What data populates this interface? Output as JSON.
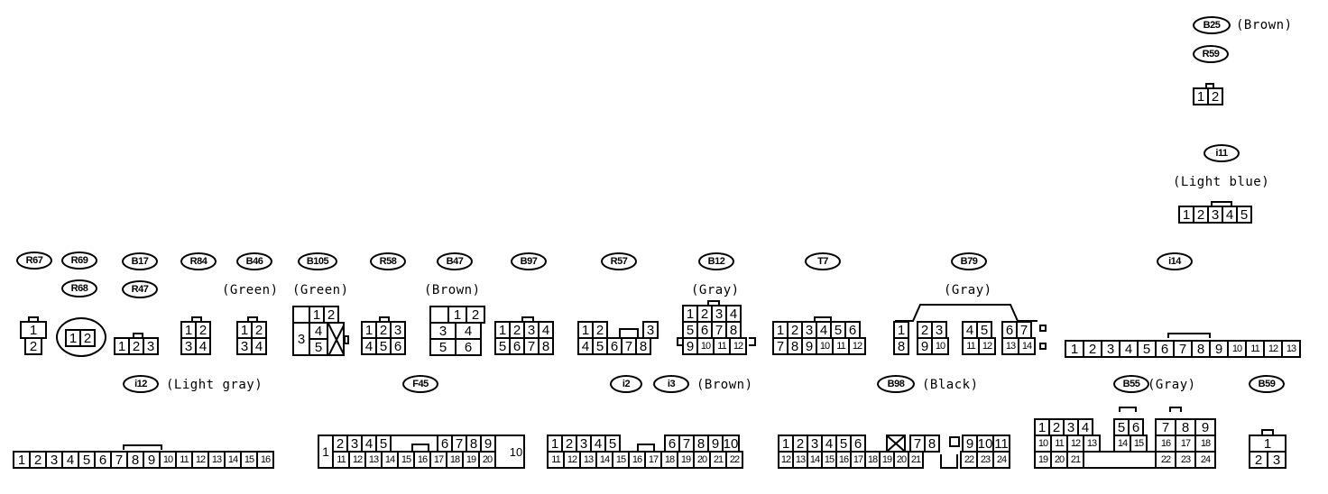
{
  "connectors": {
    "b25": {
      "code": "B25",
      "color": "(Brown)"
    },
    "r59": {
      "code": "R59"
    },
    "i11": {
      "code": "i11",
      "color": "(Light blue)"
    },
    "r67": {
      "code": "R67"
    },
    "r69": {
      "code": "R69"
    },
    "r68": {
      "code": "R68"
    },
    "b17": {
      "code": "B17"
    },
    "r47": {
      "code": "R47"
    },
    "r84": {
      "code": "R84"
    },
    "b46": {
      "code": "B46",
      "color": "(Green)"
    },
    "b105": {
      "code": "B105",
      "color": "(Green)"
    },
    "r58": {
      "code": "R58"
    },
    "b47": {
      "code": "B47",
      "color": "(Brown)"
    },
    "b97": {
      "code": "B97"
    },
    "r57": {
      "code": "R57"
    },
    "b12": {
      "code": "B12",
      "color": "(Gray)"
    },
    "t7": {
      "code": "T7"
    },
    "b79": {
      "code": "B79",
      "color": "(Gray)"
    },
    "i14": {
      "code": "i14"
    },
    "i12": {
      "code": "i12",
      "color": "(Light gray)"
    },
    "f45": {
      "code": "F45"
    },
    "i2": {
      "code": "i2"
    },
    "i3": {
      "code": "i3",
      "color": "(Brown)"
    },
    "b98": {
      "code": "B98",
      "color": "(Black)"
    },
    "b55": {
      "code": "B55",
      "color": "(Gray)"
    },
    "b59": {
      "code": "B59"
    }
  },
  "pins": {
    "b25_row": [
      "1",
      "2"
    ],
    "i11_row": [
      "1",
      "2",
      "3",
      "4",
      "5"
    ],
    "r67_top": [
      "1"
    ],
    "r67_bot": [
      "2"
    ],
    "r69_row": [
      "1",
      "2"
    ],
    "b17_row": [
      "1",
      "2",
      "3"
    ],
    "r84_top": [
      "1",
      "2"
    ],
    "r84_bot": [
      "3",
      "4"
    ],
    "b46_top": [
      "1",
      "2"
    ],
    "b46_bot": [
      "3",
      "4"
    ],
    "b105_top": [
      "1",
      "2"
    ],
    "b105_left": "3",
    "b105_mid": [
      "4",
      "5"
    ],
    "r58_top": [
      "1",
      "2",
      "3"
    ],
    "r58_bot": [
      "4",
      "5",
      "6"
    ],
    "b47_top": [
      "1",
      "2"
    ],
    "b47_mid": [
      "3",
      "4"
    ],
    "b47_bot": [
      "5",
      "6"
    ],
    "b97_top": [
      "1",
      "2",
      "3",
      "4"
    ],
    "b97_bot": [
      "5",
      "6",
      "7",
      "8"
    ],
    "r57_top_a": [
      "1",
      "2"
    ],
    "r57_top_b": [
      "3"
    ],
    "r57_bot": [
      "4",
      "5",
      "6",
      "7",
      "8"
    ],
    "b12_top": [
      "1",
      "2",
      "3",
      "4"
    ],
    "b12_mid": [
      "5",
      "6",
      "7",
      "8"
    ],
    "b12_bot": [
      "9",
      "10",
      "11",
      "12"
    ],
    "t7_top": [
      "1",
      "2",
      "3",
      "4",
      "5",
      "6"
    ],
    "t7_bot": [
      "7",
      "8",
      "9",
      "10",
      "11",
      "12"
    ],
    "b79_top_a": [
      "1"
    ],
    "b79_top_b": [
      "2",
      "3"
    ],
    "b79_top_c": [
      "4",
      "5"
    ],
    "b79_top_d": [
      "6",
      "7"
    ],
    "b79_bot_a": [
      "8"
    ],
    "b79_bot_b": [
      "9",
      "10"
    ],
    "b79_bot_c": [
      "11",
      "12"
    ],
    "b79_bot_d": [
      "13",
      "14"
    ],
    "i14_row": [
      "1",
      "2",
      "3",
      "4",
      "5",
      "6",
      "7",
      "8",
      "9",
      "10",
      "11",
      "12",
      "13"
    ],
    "i12_row": [
      "1",
      "2",
      "3",
      "4",
      "5",
      "6",
      "7",
      "8",
      "9",
      "10",
      "11",
      "12",
      "13",
      "14",
      "15",
      "16"
    ],
    "f45_left": "1",
    "f45_top_a": [
      "2",
      "3",
      "4",
      "5"
    ],
    "f45_top_b": [
      "6",
      "7",
      "8",
      "9"
    ],
    "f45_right": "10",
    "f45_bot": [
      "11",
      "12",
      "13",
      "14",
      "15",
      "16",
      "17",
      "18",
      "19",
      "20"
    ],
    "i2_top_a": [
      "1",
      "2",
      "3",
      "4",
      "5"
    ],
    "i2_top_b": [
      "6",
      "7",
      "8",
      "9",
      "10"
    ],
    "i2_bot": [
      "11",
      "12",
      "13",
      "14",
      "15",
      "16",
      "17",
      "18",
      "19",
      "20",
      "21",
      "22"
    ],
    "b98_top_a": [
      "1",
      "2",
      "3",
      "4",
      "5",
      "6"
    ],
    "b98_top_b": [
      "7",
      "8"
    ],
    "b98_top_c": [
      "9",
      "10",
      "11"
    ],
    "b98_bot_a": [
      "12",
      "13",
      "14",
      "15",
      "16",
      "17",
      "18",
      "19",
      "20",
      "21"
    ],
    "b98_bot_b": [
      "22",
      "23",
      "24"
    ],
    "b55_r1_a": [
      "1",
      "2",
      "3",
      "4"
    ],
    "b55_r1_b": [
      "5",
      "6"
    ],
    "b55_r1_c": [
      "7",
      "8",
      "9"
    ],
    "b55_r2_a": [
      "10",
      "11",
      "12",
      "13"
    ],
    "b55_r2_b": [
      "14",
      "15"
    ],
    "b55_r2_c": [
      "16",
      "17",
      "18"
    ],
    "b55_r3_a": [
      "19",
      "20",
      "21"
    ],
    "b55_r3_c": [
      "22",
      "23",
      "24"
    ],
    "b59_top": [
      "1"
    ],
    "b59_bot": [
      "2",
      "3"
    ]
  }
}
